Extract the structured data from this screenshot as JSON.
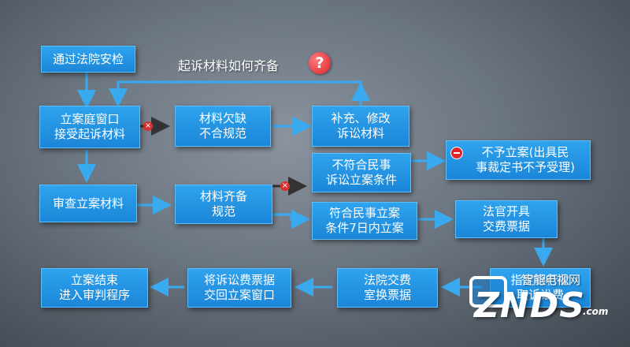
{
  "title": "起诉材料如何齐备",
  "question_mark": "?",
  "nodes": {
    "security": "通过法院安检",
    "window_receive": "立案庭窗口\n接受起诉材料",
    "missing": "材料欠缺\n不合规范",
    "supplement": "补充、修改\n诉讼材料",
    "review": "审查立案材料",
    "complete": "材料齐备\n规范",
    "not_meet": "不符合民事\n诉讼立案条件",
    "no_filing": "不予立案(出具民\n事裁定书不予受理)",
    "meet": "符合民事立案\n条件7日内立案",
    "judge_fee": "法官开具\n交费票据",
    "bank": "指定银行收\n取诉讼费",
    "court_exchange": "法院交费\n室换票据",
    "return_receipt": "将诉讼费票据\n交回立案窗口",
    "end": "立案结束\n进入审判程序"
  },
  "watermark": {
    "brand": "ZNDS",
    "domain": ".com",
    "small_text": "智能电视网"
  }
}
